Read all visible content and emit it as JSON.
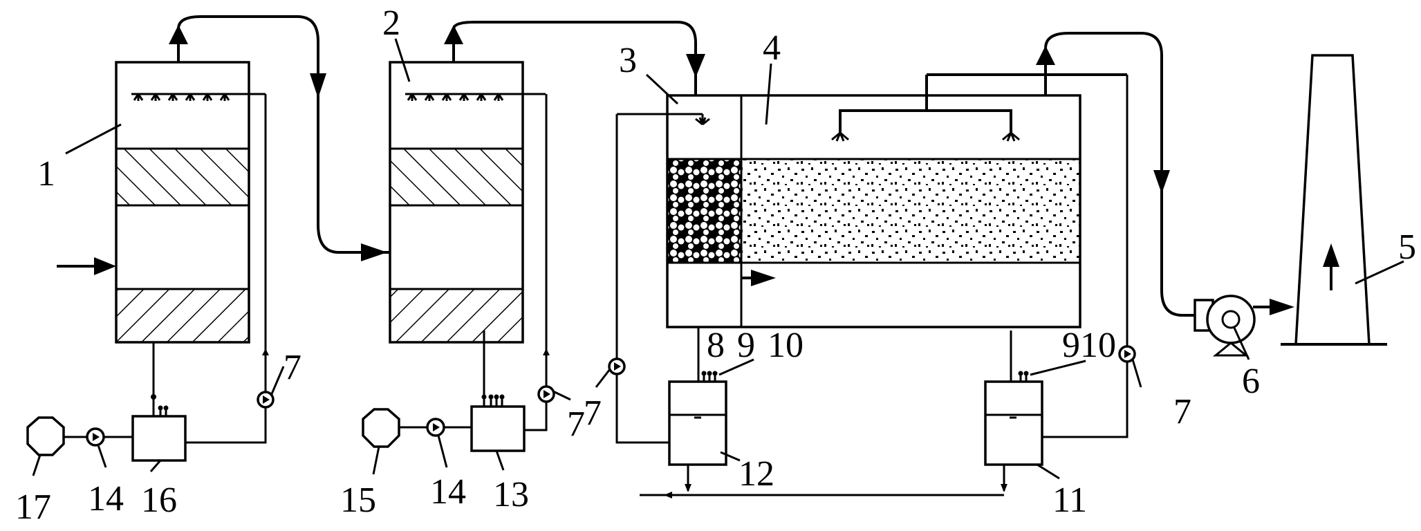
{
  "labels": {
    "n1": "1",
    "n2": "2",
    "n3": "3",
    "n4": "4",
    "n5": "5",
    "n6": "6",
    "n7a": "7",
    "n7b": "7",
    "n7c": "7",
    "n7d": "7",
    "n8": "8",
    "n9a": "9",
    "n10a": "10",
    "n910": "910",
    "n11": "11",
    "n12": "12",
    "n13": "13",
    "n14a": "14",
    "n14b": "14",
    "n15": "15",
    "n16": "16",
    "n17": "17"
  }
}
